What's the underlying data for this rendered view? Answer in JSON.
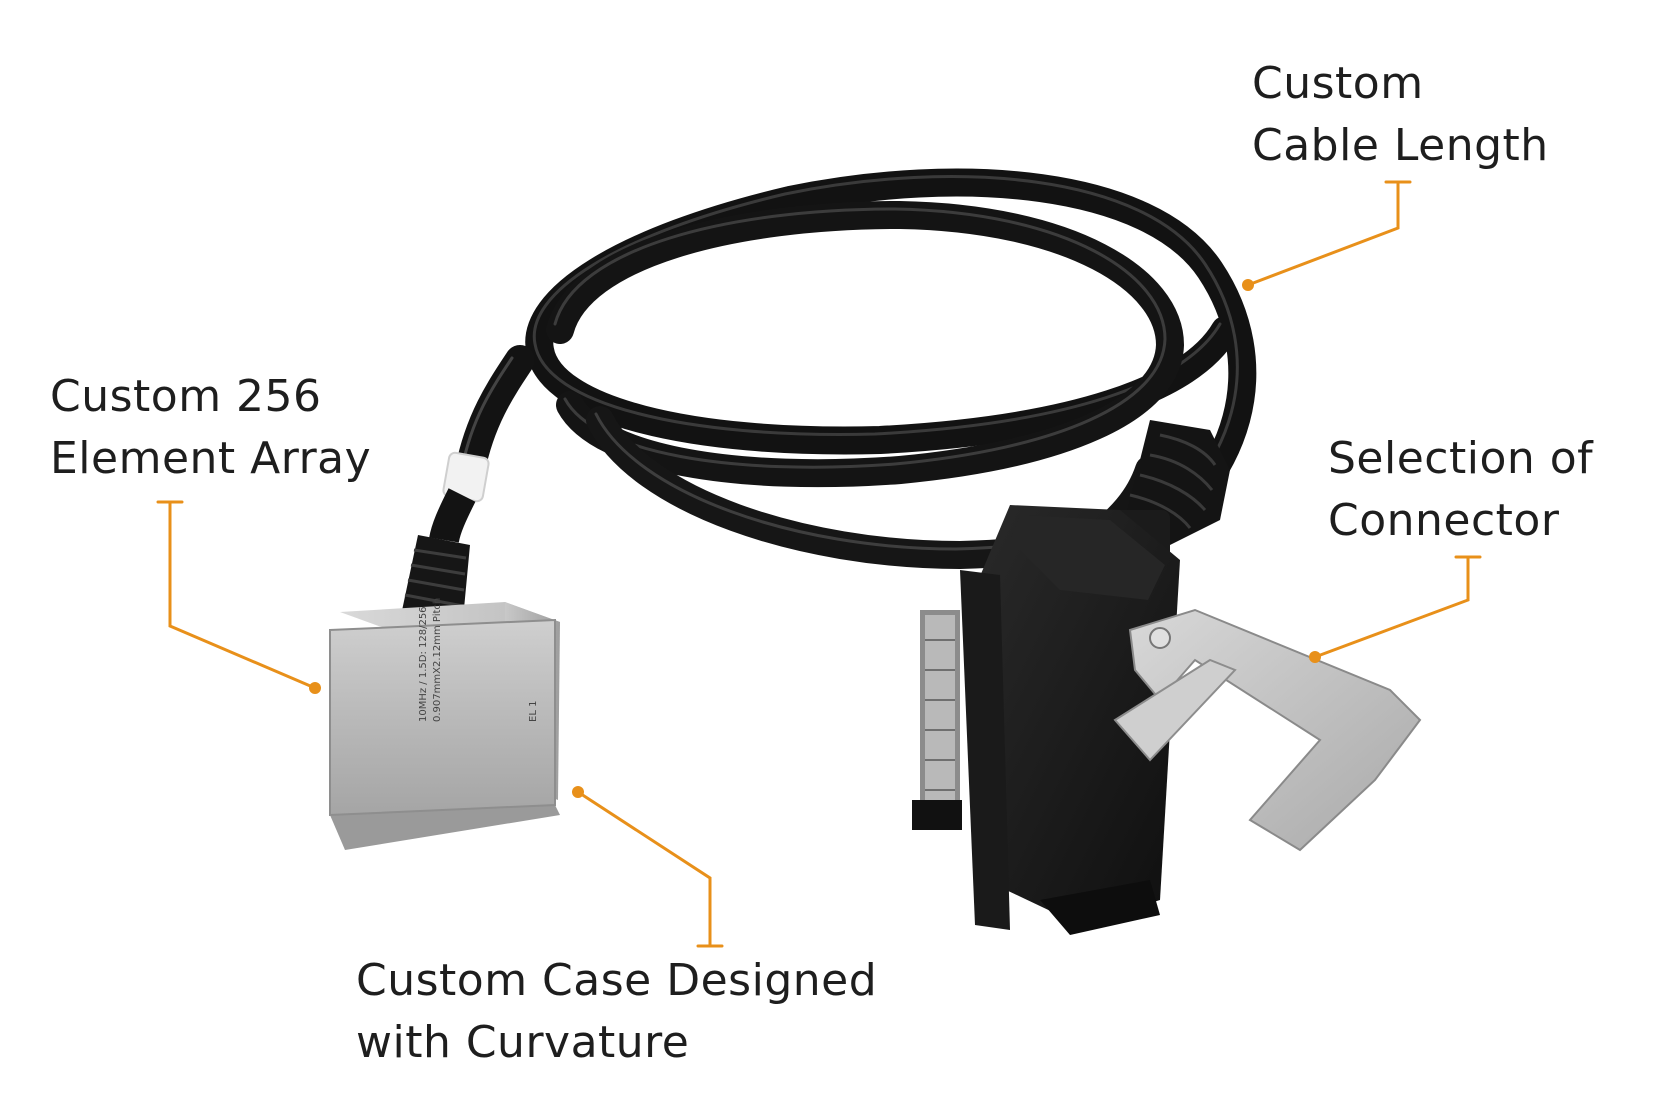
{
  "accent_color": "#e8901a",
  "callouts": {
    "cable_length": {
      "line1": "Custom",
      "line2": "Cable Length"
    },
    "element_array": {
      "line1": "Custom 256",
      "line2": "Element Array"
    },
    "connector": {
      "line1": "Selection of",
      "line2": "Connector"
    },
    "case": {
      "line1": "Custom Case Designed",
      "line2": "with Curvature"
    }
  },
  "probe_engraving": {
    "line1": "10MHz / 1.5D: 128/256",
    "line2": "0.907mmX2.12mm Pitch",
    "id": "EL 1"
  }
}
